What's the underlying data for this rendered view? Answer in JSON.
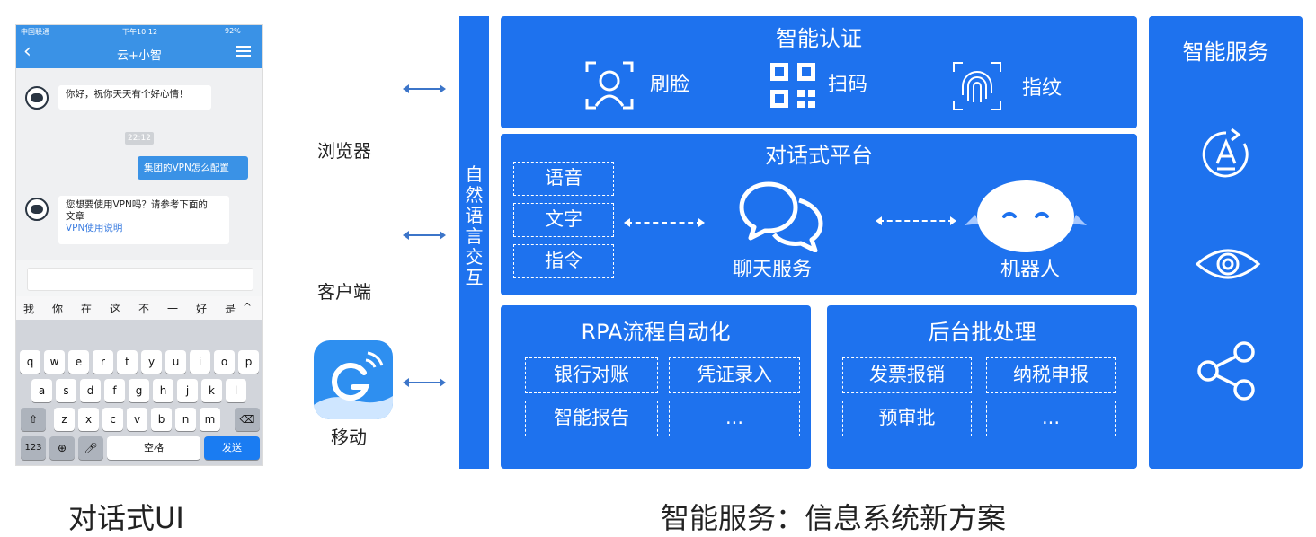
{
  "phone": {
    "status": {
      "carrier": "中国联通",
      "time": "下午10:12",
      "battery": "92%"
    },
    "nav": {
      "back": "‹",
      "title": "云+小智"
    },
    "timestamp": "22:12",
    "msg1": "你好，祝你天天有个好心情！",
    "msg_user": "集团的VPN怎么配置",
    "msg2_line1": "您想要使用VPN吗？请参考下面的",
    "msg2_line2": "文章",
    "msg2_link": "VPN使用说明",
    "suggest": [
      "我",
      "你",
      "在",
      "这",
      "不",
      "一",
      "好",
      "是",
      "^"
    ],
    "row1": [
      "q",
      "w",
      "e",
      "r",
      "t",
      "y",
      "u",
      "i",
      "o",
      "p"
    ],
    "row2": [
      "a",
      "s",
      "d",
      "f",
      "g",
      "h",
      "j",
      "k",
      "l"
    ],
    "row3": [
      "z",
      "x",
      "c",
      "v",
      "b",
      "n",
      "m"
    ],
    "key_123": "123",
    "key_space": "空格",
    "key_send": "发送"
  },
  "channels": {
    "browser": "浏览器",
    "client": "客户端",
    "mobile": "移动"
  },
  "nli_label": "自然语言交互",
  "auth": {
    "title": "智能认证",
    "items": [
      {
        "label": "刷脸",
        "icon": "face-scan-icon"
      },
      {
        "label": "扫码",
        "icon": "qr-code-icon"
      },
      {
        "label": "指纹",
        "icon": "fingerprint-icon"
      }
    ]
  },
  "dialog": {
    "title": "对话式平台",
    "inputs": [
      "语音",
      "文字",
      "指令"
    ],
    "chat_service": "聊天服务",
    "robot": "机器人"
  },
  "rpa": {
    "title": "RPA流程自动化",
    "items": [
      "银行对账",
      "凭证录入",
      "智能报告",
      "..."
    ]
  },
  "batch": {
    "title": "后台批处理",
    "items": [
      "发票报销",
      "纳税申报",
      "预审批",
      "..."
    ]
  },
  "smart_service": {
    "title": "智能服务",
    "icons": [
      "ai-cycle-icon",
      "eye-icon",
      "share-icon"
    ]
  },
  "captions": {
    "left": "对话式UI",
    "right": "智能服务：信息系统新方案"
  },
  "colors": {
    "panel_blue": "#1e72ee",
    "phone_blue": "#3a92e6"
  }
}
